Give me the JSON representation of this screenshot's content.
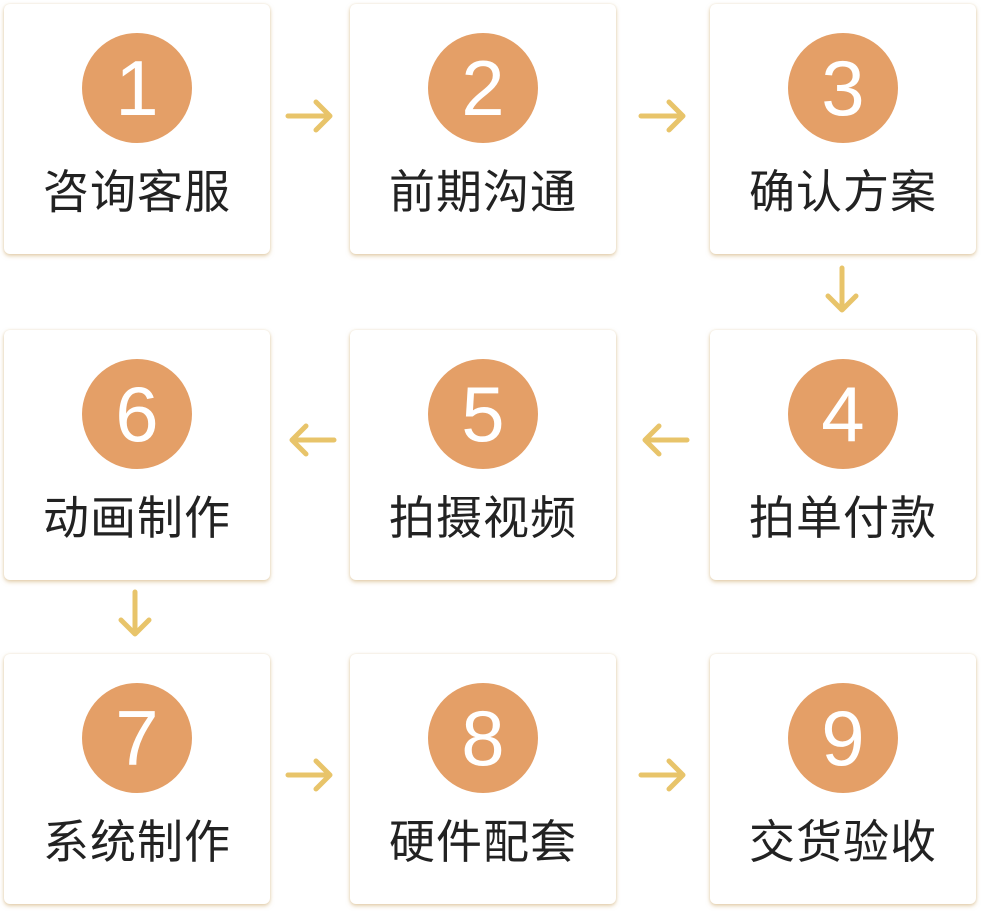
{
  "colors": {
    "circle": "#e49f67",
    "arrow": "#e8c46a",
    "text": "#222222",
    "card_shadow": "#cdaa6e"
  },
  "steps": [
    {
      "number": "1",
      "label": "咨询客服"
    },
    {
      "number": "2",
      "label": "前期沟通"
    },
    {
      "number": "3",
      "label": "确认方案"
    },
    {
      "number": "4",
      "label": "拍单付款"
    },
    {
      "number": "5",
      "label": "拍摄视频"
    },
    {
      "number": "6",
      "label": "动画制作"
    },
    {
      "number": "7",
      "label": "系统制作"
    },
    {
      "number": "8",
      "label": "硬件配套"
    },
    {
      "number": "9",
      "label": "交货验收"
    }
  ],
  "arrows": [
    {
      "from": "1",
      "to": "2",
      "direction": "right",
      "icon": "arrow-right-icon"
    },
    {
      "from": "2",
      "to": "3",
      "direction": "right",
      "icon": "arrow-right-icon"
    },
    {
      "from": "3",
      "to": "4",
      "direction": "down",
      "icon": "arrow-down-icon"
    },
    {
      "from": "4",
      "to": "5",
      "direction": "left",
      "icon": "arrow-left-icon"
    },
    {
      "from": "5",
      "to": "6",
      "direction": "left",
      "icon": "arrow-left-icon"
    },
    {
      "from": "6",
      "to": "7",
      "direction": "down",
      "icon": "arrow-down-icon"
    },
    {
      "from": "7",
      "to": "8",
      "direction": "right",
      "icon": "arrow-right-icon"
    },
    {
      "from": "8",
      "to": "9",
      "direction": "right",
      "icon": "arrow-right-icon"
    }
  ]
}
